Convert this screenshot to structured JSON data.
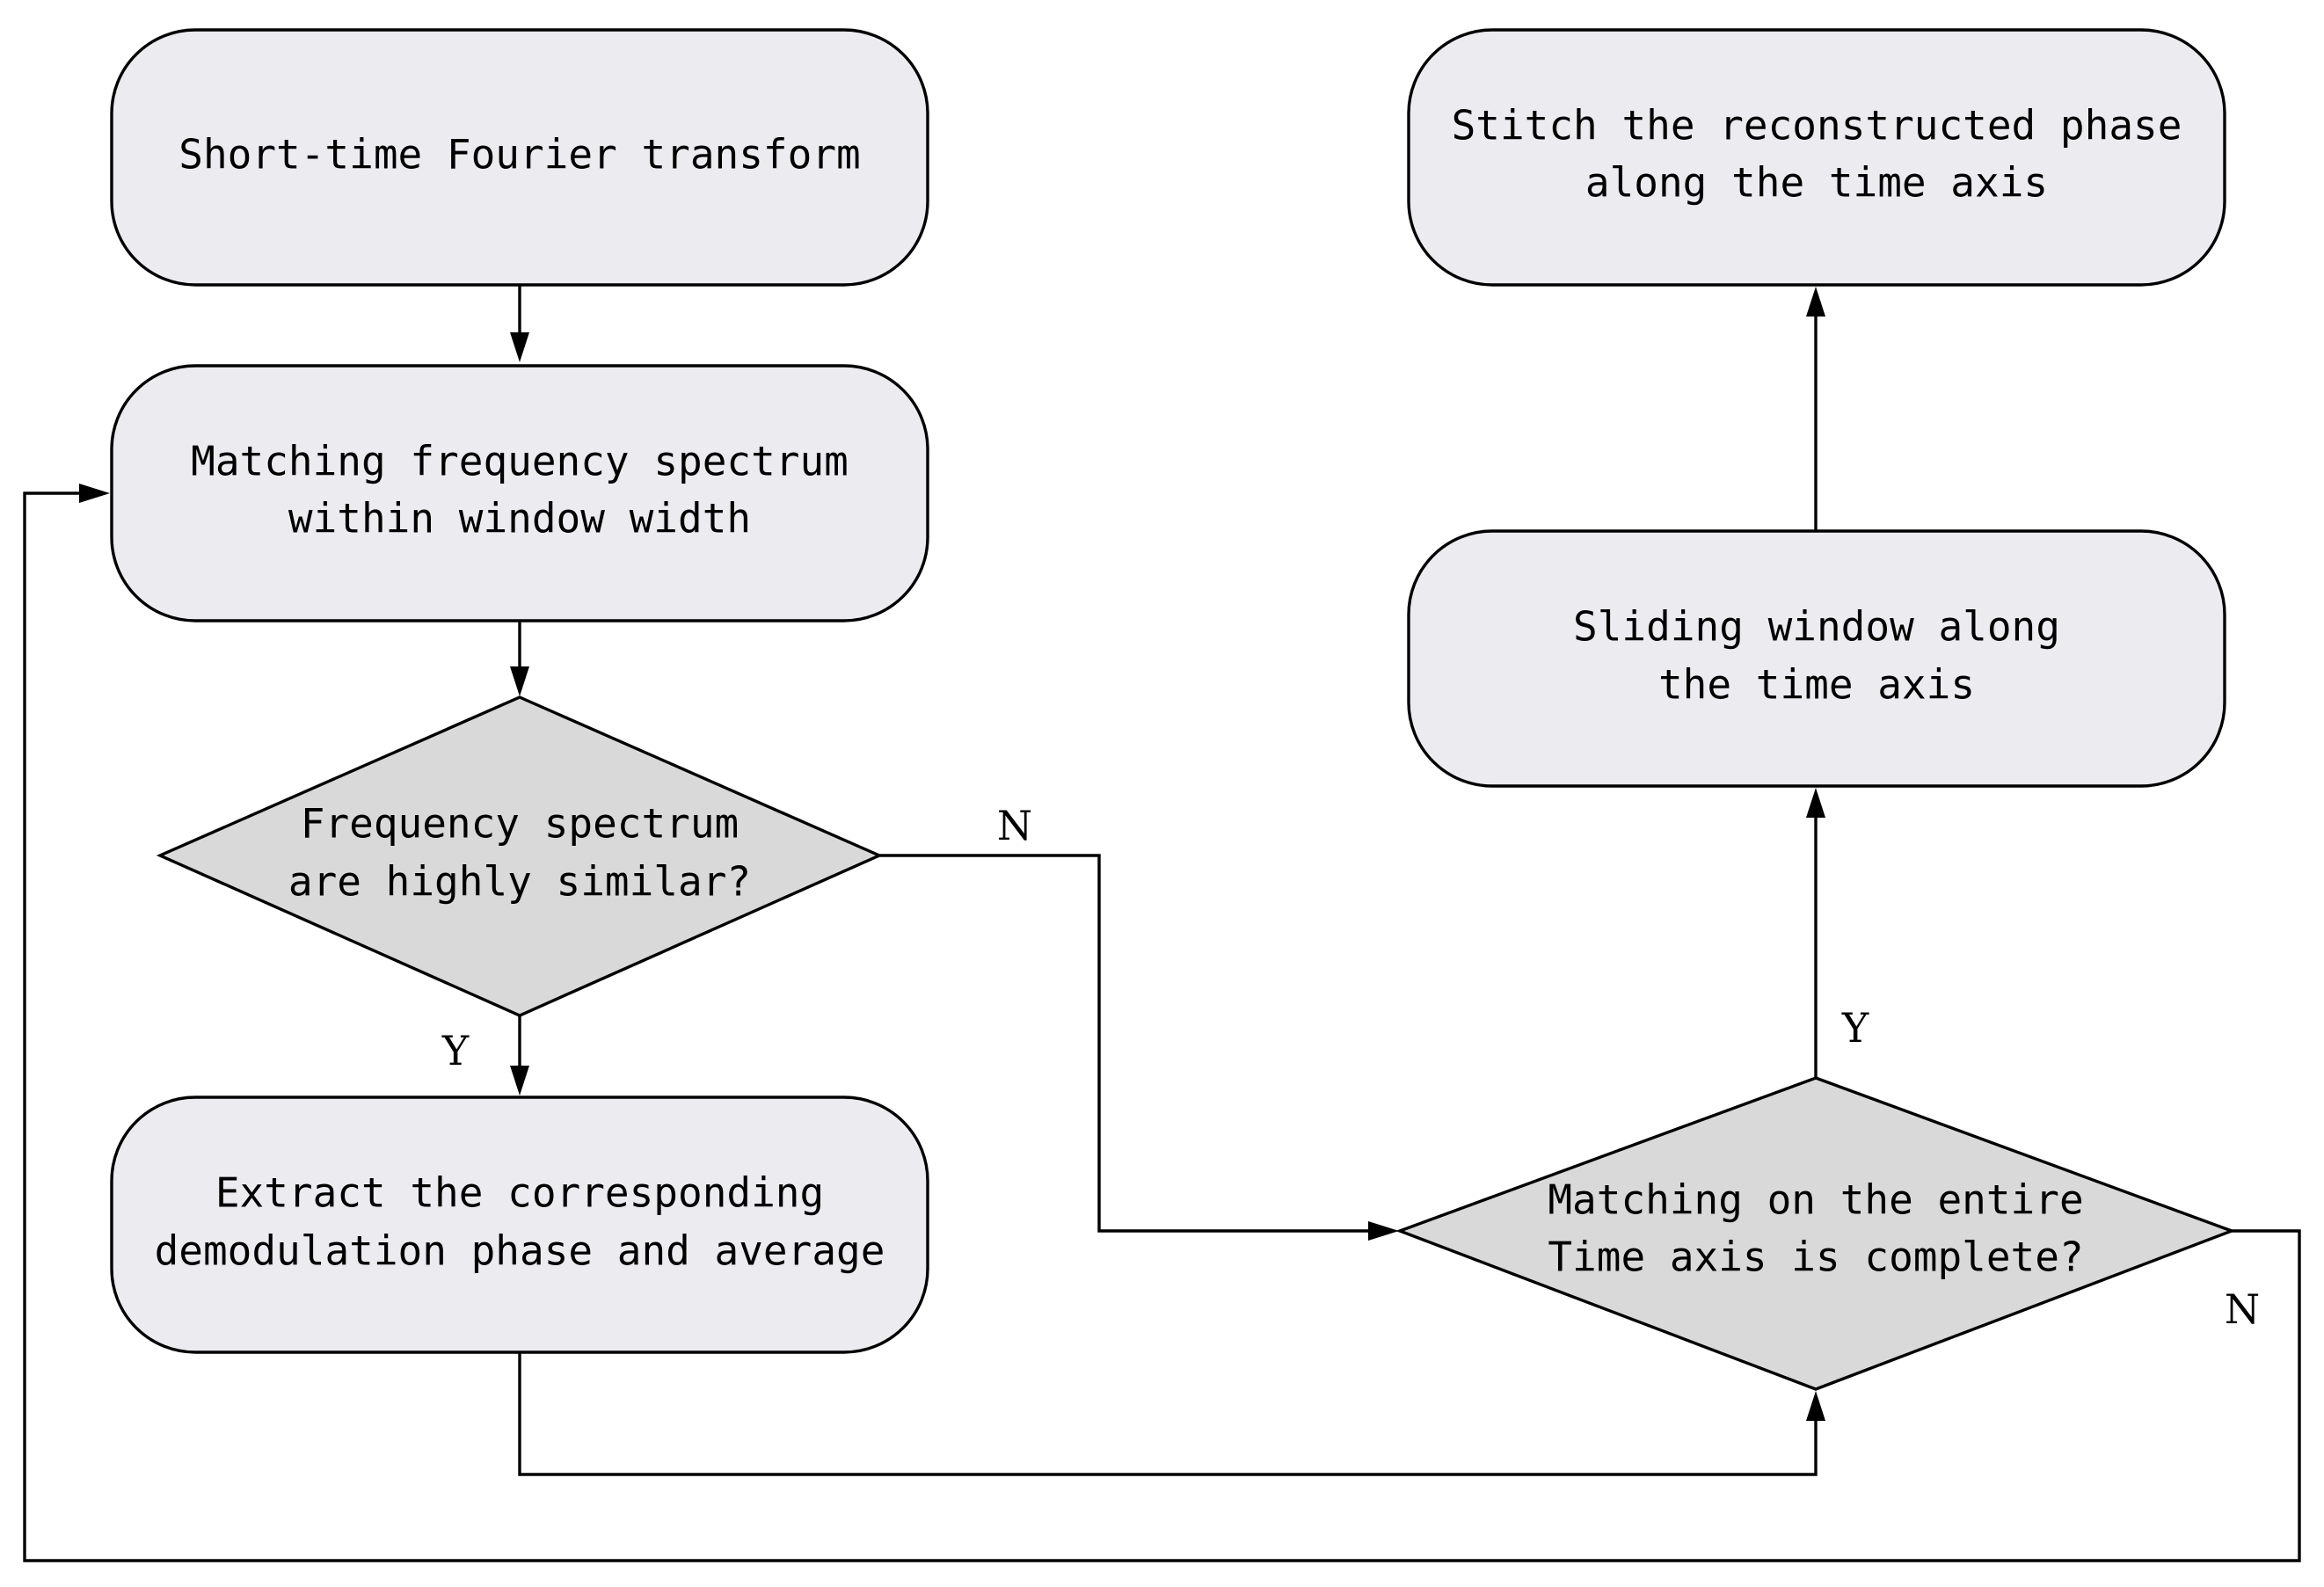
{
  "colors": {
    "box_fill": "#ecebf0",
    "diamond_fill": "#d9d9d9",
    "stroke": "#000000",
    "background": "#ffffff"
  },
  "nodes": {
    "stft": {
      "shape": "rounded-rectangle",
      "lines": [
        "Short-time Fourier transform"
      ]
    },
    "match": {
      "shape": "rounded-rectangle",
      "lines": [
        "Matching frequency spectrum",
        "within window width"
      ]
    },
    "similar": {
      "shape": "diamond",
      "lines": [
        "Frequency spectrum",
        "are highly similar?"
      ]
    },
    "extract": {
      "shape": "rounded-rectangle",
      "lines": [
        "Extract the corresponding",
        "demodulation phase and average"
      ]
    },
    "complete": {
      "shape": "diamond",
      "lines": [
        "Matching on the entire",
        "Time axis is complete?"
      ]
    },
    "slide": {
      "shape": "rounded-rectangle",
      "lines": [
        "Sliding window along",
        "the time axis"
      ]
    },
    "stitch": {
      "shape": "rounded-rectangle",
      "lines": [
        "Stitch the reconstructed phase",
        "along the time axis"
      ]
    }
  },
  "edges": [
    {
      "from": "stft",
      "to": "match",
      "label": ""
    },
    {
      "from": "match",
      "to": "similar",
      "label": ""
    },
    {
      "from": "similar",
      "to": "extract",
      "label": "Y"
    },
    {
      "from": "similar",
      "to": "complete",
      "label": "N"
    },
    {
      "from": "extract",
      "to": "complete",
      "label": ""
    },
    {
      "from": "complete",
      "to": "slide",
      "label": "Y"
    },
    {
      "from": "complete",
      "to": "match",
      "label": "N"
    },
    {
      "from": "slide",
      "to": "stitch",
      "label": ""
    }
  ],
  "edge_labels": {
    "similar_yes": "Y",
    "similar_no": "N",
    "complete_yes": "Y",
    "complete_no": "N"
  }
}
